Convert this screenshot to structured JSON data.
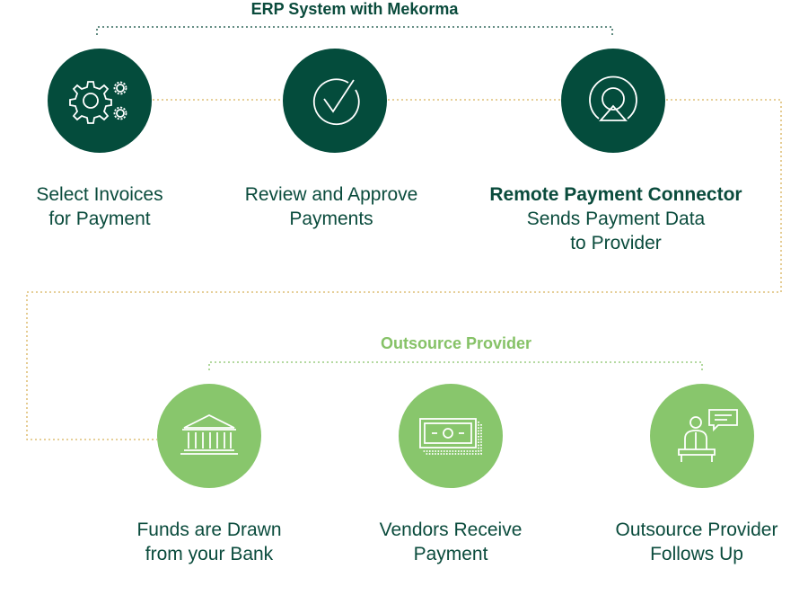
{
  "colors": {
    "dark_green": "#044c3c",
    "light_green": "#88c66c",
    "connector_dots": "#d8b25a",
    "text_dark": "#0a4b3c",
    "text_light": "#86c267"
  },
  "erp_group": {
    "label": "ERP System with Mekorma"
  },
  "outsource_group": {
    "label": "Outsource Provider"
  },
  "steps": [
    {
      "icon": "gears-icon",
      "lines": [
        "Select Invoices",
        "for Payment"
      ]
    },
    {
      "icon": "checkmark-icon",
      "lines": [
        "Review and Approve",
        "Payments"
      ]
    },
    {
      "icon": "connector-icon",
      "bold_line": "Remote Payment Connector",
      "lines": [
        "Sends Payment Data",
        "to Provider"
      ]
    },
    {
      "icon": "bank-icon",
      "lines": [
        "Funds are Drawn",
        "from your Bank"
      ]
    },
    {
      "icon": "money-icon",
      "lines": [
        "Vendors Receive",
        "Payment"
      ]
    },
    {
      "icon": "support-agent-icon",
      "lines": [
        "Outsource Provider",
        "Follows Up"
      ]
    }
  ]
}
